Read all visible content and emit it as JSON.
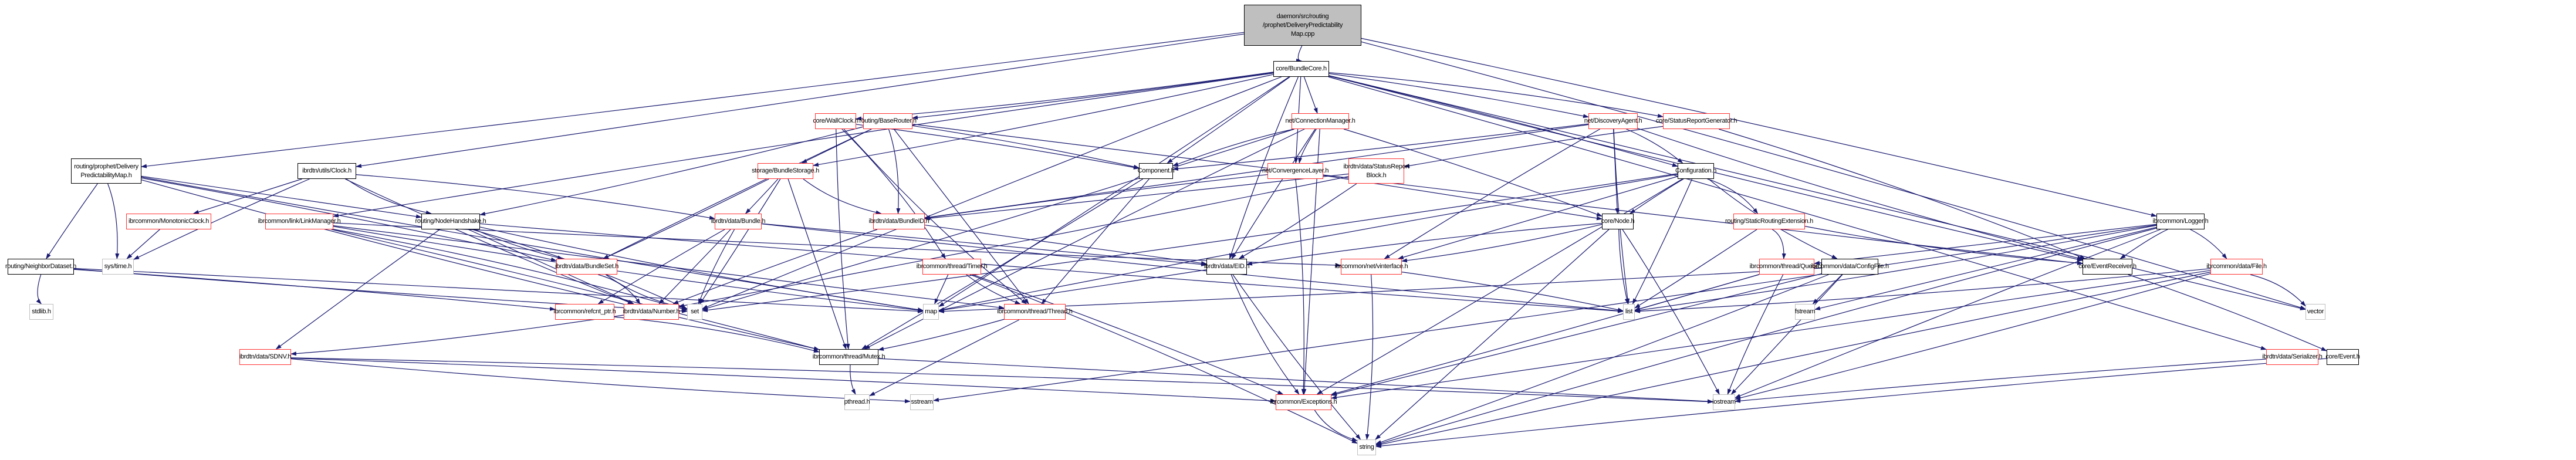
{
  "graph": {
    "title": "daemon/src/routing/prophet/DeliveryPredictabilityMap.cpp include dependency graph",
    "edge_color": "#191970",
    "legend": {
      "root_fill": "#bfbfbf",
      "documented_border": "#000000",
      "truncated_border": "#ff3333",
      "system_border": "#bfbfbf"
    },
    "nodes": [
      {
        "id": "root",
        "label": "daemon/src/routing\n/prophet/DeliveryPredictability\nMap.cpp",
        "kind": "root"
      },
      {
        "id": "bundlecore",
        "label": "core/BundleCore.h",
        "kind": "documented"
      },
      {
        "id": "dpmap",
        "label": "routing/prophet/Delivery\nPredictabilityMap.h",
        "kind": "documented"
      },
      {
        "id": "clock",
        "label": "ibrdtn/utils/Clock.h",
        "kind": "documented"
      },
      {
        "id": "wallclock",
        "label": "core/WallClock.h",
        "kind": "truncated"
      },
      {
        "id": "baserouter",
        "label": "routing/BaseRouter.h",
        "kind": "truncated"
      },
      {
        "id": "connmgr",
        "label": "net/ConnectionManager.h",
        "kind": "truncated"
      },
      {
        "id": "discovery",
        "label": "net/DiscoveryAgent.h",
        "kind": "truncated"
      },
      {
        "id": "srgen",
        "label": "core/StatusReportGenerator.h",
        "kind": "truncated"
      },
      {
        "id": "storage",
        "label": "storage/BundleStorage.h",
        "kind": "truncated"
      },
      {
        "id": "component",
        "label": "Component.h",
        "kind": "documented"
      },
      {
        "id": "convlayer",
        "label": "net/ConvergenceLayer.h",
        "kind": "truncated"
      },
      {
        "id": "srblock",
        "label": "ibrdtn/data/StatusReport\nBlock.h",
        "kind": "truncated"
      },
      {
        "id": "config",
        "label": "Configuration.h",
        "kind": "documented"
      },
      {
        "id": "monoclock",
        "label": "ibrcommon/MonotonicClock.h",
        "kind": "truncated"
      },
      {
        "id": "linkmgr",
        "label": "ibrcommon/link/LinkManager.h",
        "kind": "truncated"
      },
      {
        "id": "handshake",
        "label": "routing/NodeHandshake.h",
        "kind": "documented"
      },
      {
        "id": "bundle",
        "label": "ibrdtn/data/Bundle.h",
        "kind": "truncated"
      },
      {
        "id": "bundleid",
        "label": "ibrdtn/data/BundleID.h",
        "kind": "truncated"
      },
      {
        "id": "node",
        "label": "core/Node.h",
        "kind": "documented"
      },
      {
        "id": "staticrouting",
        "label": "routing/StaticRoutingExtension.h",
        "kind": "truncated"
      },
      {
        "id": "logger",
        "label": "ibrcommon/Logger.h",
        "kind": "documented"
      },
      {
        "id": "neighbor",
        "label": "routing/NeighborDataset.h",
        "kind": "documented"
      },
      {
        "id": "systime",
        "label": "sys/time.h",
        "kind": "system"
      },
      {
        "id": "bundleset",
        "label": "ibrdtn/data/BundleSet.h",
        "kind": "truncated"
      },
      {
        "id": "timer",
        "label": "ibrcommon/thread/Timer.h",
        "kind": "truncated"
      },
      {
        "id": "eid",
        "label": "ibrdtn/data/EID.h",
        "kind": "documented"
      },
      {
        "id": "vinterface",
        "label": "ibrcommon/net/vinterface.h",
        "kind": "truncated"
      },
      {
        "id": "queue",
        "label": "ibrcommon/thread/Queue.h",
        "kind": "truncated"
      },
      {
        "id": "configfile",
        "label": "ibrcommon/data/ConfigFile.h",
        "kind": "documented"
      },
      {
        "id": "eventrecv",
        "label": "core/EventReceiver.h",
        "kind": "documented"
      },
      {
        "id": "file",
        "label": "ibrcommon/data/File.h",
        "kind": "truncated"
      },
      {
        "id": "stdlib",
        "label": "stdlib.h",
        "kind": "system"
      },
      {
        "id": "refcnt",
        "label": "ibrcommon/refcnt_ptr.h",
        "kind": "truncated"
      },
      {
        "id": "number",
        "label": "ibrdtn/data/Number.h",
        "kind": "truncated"
      },
      {
        "id": "set",
        "label": "set",
        "kind": "system"
      },
      {
        "id": "map",
        "label": "map",
        "kind": "system"
      },
      {
        "id": "thread",
        "label": "ibrcommon/thread/Thread.h",
        "kind": "truncated"
      },
      {
        "id": "list",
        "label": "list",
        "kind": "system"
      },
      {
        "id": "fstream",
        "label": "fstream",
        "kind": "system"
      },
      {
        "id": "vector",
        "label": "vector",
        "kind": "system"
      },
      {
        "id": "sdnv",
        "label": "ibrdtn/data/SDNV.h",
        "kind": "truncated"
      },
      {
        "id": "mutex",
        "label": "ibrcommon/thread/Mutex.h",
        "kind": "documented"
      },
      {
        "id": "serializer",
        "label": "ibrdtn/data/Serializer.h",
        "kind": "truncated"
      },
      {
        "id": "event",
        "label": "core/Event.h",
        "kind": "documented"
      },
      {
        "id": "pthread",
        "label": "pthread.h",
        "kind": "system"
      },
      {
        "id": "sstream",
        "label": "sstream",
        "kind": "system"
      },
      {
        "id": "exceptions",
        "label": "ibrcommon/Exceptions.h",
        "kind": "truncated"
      },
      {
        "id": "iostream",
        "label": "iostream",
        "kind": "system"
      },
      {
        "id": "string",
        "label": "string",
        "kind": "system"
      }
    ],
    "edges": [
      [
        "root",
        "bundlecore"
      ],
      [
        "root",
        "dpmap"
      ],
      [
        "root",
        "clock"
      ],
      [
        "root",
        "logger"
      ],
      [
        "root",
        "vector"
      ],
      [
        "bundlecore",
        "wallclock"
      ],
      [
        "bundlecore",
        "baserouter"
      ],
      [
        "bundlecore",
        "connmgr"
      ],
      [
        "bundlecore",
        "discovery"
      ],
      [
        "bundlecore",
        "srgen"
      ],
      [
        "bundlecore",
        "storage"
      ],
      [
        "bundlecore",
        "component"
      ],
      [
        "bundlecore",
        "convlayer"
      ],
      [
        "bundlecore",
        "config"
      ],
      [
        "bundlecore",
        "linkmgr"
      ],
      [
        "bundlecore",
        "eid"
      ],
      [
        "bundlecore",
        "eventrecv"
      ],
      [
        "bundlecore",
        "vector"
      ],
      [
        "bundlecore",
        "serializer"
      ],
      [
        "bundlecore",
        "set"
      ],
      [
        "bundlecore",
        "map"
      ],
      [
        "dpmap",
        "neighbor"
      ],
      [
        "dpmap",
        "handshake"
      ],
      [
        "dpmap",
        "bundleset"
      ],
      [
        "dpmap",
        "systime"
      ],
      [
        "dpmap",
        "mutex"
      ],
      [
        "dpmap",
        "map"
      ],
      [
        "clock",
        "monoclock"
      ],
      [
        "clock",
        "systime"
      ],
      [
        "clock",
        "bundle"
      ],
      [
        "clock",
        "handshake"
      ],
      [
        "clock",
        "number"
      ],
      [
        "monoclock",
        "systime"
      ],
      [
        "wallclock",
        "component"
      ],
      [
        "wallclock",
        "timer"
      ],
      [
        "wallclock",
        "thread"
      ],
      [
        "wallclock",
        "mutex"
      ],
      [
        "baserouter",
        "storage"
      ],
      [
        "baserouter",
        "component"
      ],
      [
        "baserouter",
        "bundleid"
      ],
      [
        "baserouter",
        "handshake"
      ],
      [
        "baserouter",
        "eventrecv"
      ],
      [
        "baserouter",
        "thread"
      ],
      [
        "baserouter",
        "bundleset"
      ],
      [
        "storage",
        "bundle"
      ],
      [
        "storage",
        "bundleid"
      ],
      [
        "storage",
        "bundleset"
      ],
      [
        "storage",
        "mutex"
      ],
      [
        "storage",
        "set"
      ],
      [
        "connmgr",
        "component"
      ],
      [
        "connmgr",
        "convlayer"
      ],
      [
        "connmgr",
        "eid"
      ],
      [
        "connmgr",
        "exceptions"
      ],
      [
        "connmgr",
        "node"
      ],
      [
        "connmgr",
        "mutex"
      ],
      [
        "connmgr",
        "set"
      ],
      [
        "discovery",
        "component"
      ],
      [
        "discovery",
        "node"
      ],
      [
        "discovery",
        "config"
      ],
      [
        "discovery",
        "vinterface"
      ],
      [
        "discovery",
        "eventrecv"
      ],
      [
        "discovery",
        "list"
      ],
      [
        "discovery",
        "bundleid"
      ],
      [
        "srgen",
        "srblock"
      ],
      [
        "srgen",
        "eventrecv"
      ],
      [
        "component",
        "thread"
      ],
      [
        "component",
        "mutex"
      ],
      [
        "convlayer",
        "node"
      ],
      [
        "convlayer",
        "bundleid"
      ],
      [
        "convlayer",
        "exceptions"
      ],
      [
        "srblock",
        "eid"
      ],
      [
        "srblock",
        "number"
      ],
      [
        "srblock",
        "bundleid"
      ],
      [
        "config",
        "node"
      ],
      [
        "config",
        "staticrouting"
      ],
      [
        "config",
        "configfile"
      ],
      [
        "config",
        "exceptions"
      ],
      [
        "config",
        "vinterface"
      ],
      [
        "config",
        "list"
      ],
      [
        "config",
        "map"
      ],
      [
        "config",
        "set"
      ],
      [
        "linkmgr",
        "vinterface"
      ],
      [
        "linkmgr",
        "thread"
      ],
      [
        "linkmgr",
        "mutex"
      ],
      [
        "linkmgr",
        "set"
      ],
      [
        "linkmgr",
        "map"
      ],
      [
        "handshake",
        "bundleset"
      ],
      [
        "handshake",
        "number"
      ],
      [
        "handshake",
        "sdnv"
      ],
      [
        "handshake",
        "set"
      ],
      [
        "handshake",
        "map"
      ],
      [
        "handshake",
        "list"
      ],
      [
        "bundle",
        "eid"
      ],
      [
        "bundle",
        "refcnt"
      ],
      [
        "bundle",
        "number"
      ],
      [
        "bundle",
        "set"
      ],
      [
        "bundle",
        "list"
      ],
      [
        "bundleid",
        "eid"
      ],
      [
        "bundleid",
        "number"
      ],
      [
        "node",
        "eid"
      ],
      [
        "node",
        "vinterface"
      ],
      [
        "node",
        "list"
      ],
      [
        "node",
        "string"
      ],
      [
        "node",
        "iostream"
      ],
      [
        "staticrouting",
        "queue"
      ],
      [
        "staticrouting",
        "eventrecv"
      ],
      [
        "staticrouting",
        "list"
      ],
      [
        "logger",
        "queue"
      ],
      [
        "logger",
        "file"
      ],
      [
        "logger",
        "eventrecv"
      ],
      [
        "logger",
        "list"
      ],
      [
        "logger",
        "sstream"
      ],
      [
        "logger",
        "fstream"
      ],
      [
        "logger",
        "iostream"
      ],
      [
        "logger",
        "string"
      ],
      [
        "neighbor",
        "stdlib"
      ],
      [
        "neighbor",
        "set"
      ],
      [
        "neighbor",
        "map"
      ],
      [
        "neighbor",
        "refcnt"
      ],
      [
        "bundleset",
        "number"
      ],
      [
        "bundleset",
        "set"
      ],
      [
        "timer",
        "thread"
      ],
      [
        "timer",
        "map"
      ],
      [
        "timer",
        "exceptions"
      ],
      [
        "timer",
        "string"
      ],
      [
        "eid",
        "exceptions"
      ],
      [
        "eid",
        "string"
      ],
      [
        "eid",
        "map"
      ],
      [
        "vinterface",
        "list"
      ],
      [
        "vinterface",
        "string"
      ],
      [
        "queue",
        "iostream"
      ],
      [
        "queue",
        "exceptions"
      ],
      [
        "queue",
        "list"
      ],
      [
        "configfile",
        "fstream"
      ],
      [
        "configfile",
        "iostream"
      ],
      [
        "configfile",
        "string"
      ],
      [
        "configfile",
        "map"
      ],
      [
        "configfile",
        "exceptions"
      ],
      [
        "eventrecv",
        "event"
      ],
      [
        "file",
        "vector"
      ],
      [
        "file",
        "list"
      ],
      [
        "file",
        "iostream"
      ],
      [
        "file",
        "exceptions"
      ],
      [
        "file",
        "string"
      ],
      [
        "refcnt",
        "mutex"
      ],
      [
        "number",
        "sdnv"
      ],
      [
        "thread",
        "mutex"
      ],
      [
        "thread",
        "pthread"
      ],
      [
        "sdnv",
        "exceptions"
      ],
      [
        "sdnv",
        "iostream"
      ],
      [
        "sdnv",
        "sstream"
      ],
      [
        "mutex",
        "pthread"
      ],
      [
        "mutex",
        "iostream"
      ],
      [
        "serializer",
        "iostream"
      ],
      [
        "event",
        "string"
      ],
      [
        "exceptions",
        "string"
      ]
    ]
  }
}
